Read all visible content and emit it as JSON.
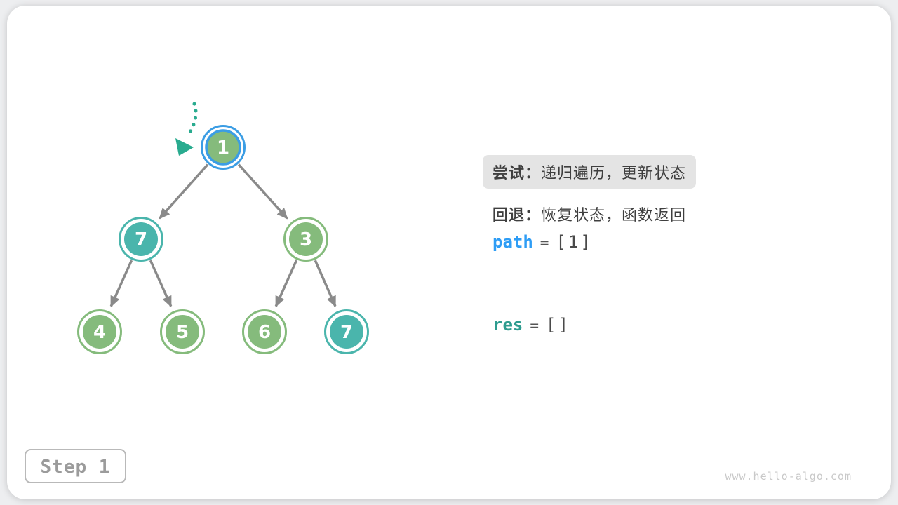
{
  "figure": {
    "step_label": "Step 1",
    "watermark": "www.hello-algo.com"
  },
  "legend": {
    "try_label": "尝试：",
    "try_text": "递归遍历，更新状态",
    "back_label": "回退：",
    "back_text": "恢复状态，函数返回"
  },
  "variables": {
    "path_name": "path",
    "path_eq": "=",
    "path_value": "[1]",
    "res_name": "res",
    "res_eq": "=",
    "res_value": "[]"
  },
  "tree": {
    "nodes": [
      {
        "value": "1",
        "variant": "current"
      },
      {
        "value": "7",
        "variant": "teal"
      },
      {
        "value": "3",
        "variant": "green"
      },
      {
        "value": "4",
        "variant": "green"
      },
      {
        "value": "5",
        "variant": "green"
      },
      {
        "value": "6",
        "variant": "green"
      },
      {
        "value": "7",
        "variant": "teal"
      }
    ]
  },
  "colors": {
    "node_green": "#85bb7c",
    "node_teal": "#4ab5ac",
    "highlight_blue": "#3b9de4",
    "pointer_teal": "#29ab8f",
    "edge_gray": "#8a8a8a",
    "path_blue": "#2e9df5",
    "res_teal": "#2e9c8f",
    "node_text": "#ffffff"
  }
}
